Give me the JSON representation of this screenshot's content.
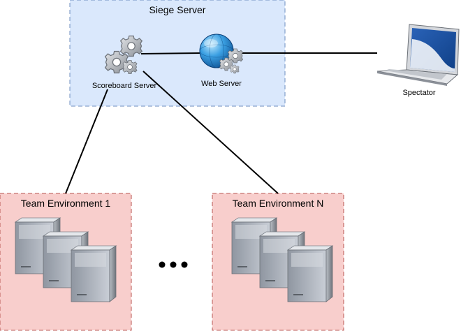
{
  "siege_server": {
    "title": "Siege Server",
    "fill": "#dae8fc",
    "border": "#6c8ebf"
  },
  "scoreboard_server": {
    "label": "Scoreboard Server"
  },
  "web_server": {
    "label": "Web Server"
  },
  "spectator": {
    "label": "Spectator"
  },
  "team_environment_1": {
    "title": "Team Environment 1",
    "fill": "#f8cecc",
    "border": "#b85450"
  },
  "team_environment_n": {
    "title": "Team Environment N",
    "fill": "#f8cecc",
    "border": "#b85450"
  },
  "ellipsis_icon": "three-dots-icon",
  "line_color": "#000000"
}
